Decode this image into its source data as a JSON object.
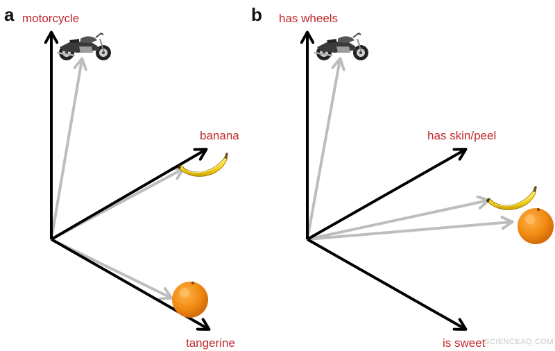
{
  "panels": [
    {
      "letter": "a",
      "axes": {
        "up": "motorcycle",
        "diagonal": "banana",
        "down": "tangerine"
      },
      "items": [
        "motorcycle",
        "banana",
        "tangerine"
      ]
    },
    {
      "letter": "b",
      "axes": {
        "up": "has wheels",
        "diagonal": "has skin/peel",
        "down": "is sweet"
      },
      "items": [
        "motorcycle",
        "banana",
        "tangerine"
      ]
    }
  ],
  "watermark": "SCIENCEAQ.COM",
  "colors": {
    "axis": "#000000",
    "vector": "#bdbdbd",
    "label": "#c0282d",
    "banana": "#f5d21b",
    "orange": "#f08a12"
  }
}
